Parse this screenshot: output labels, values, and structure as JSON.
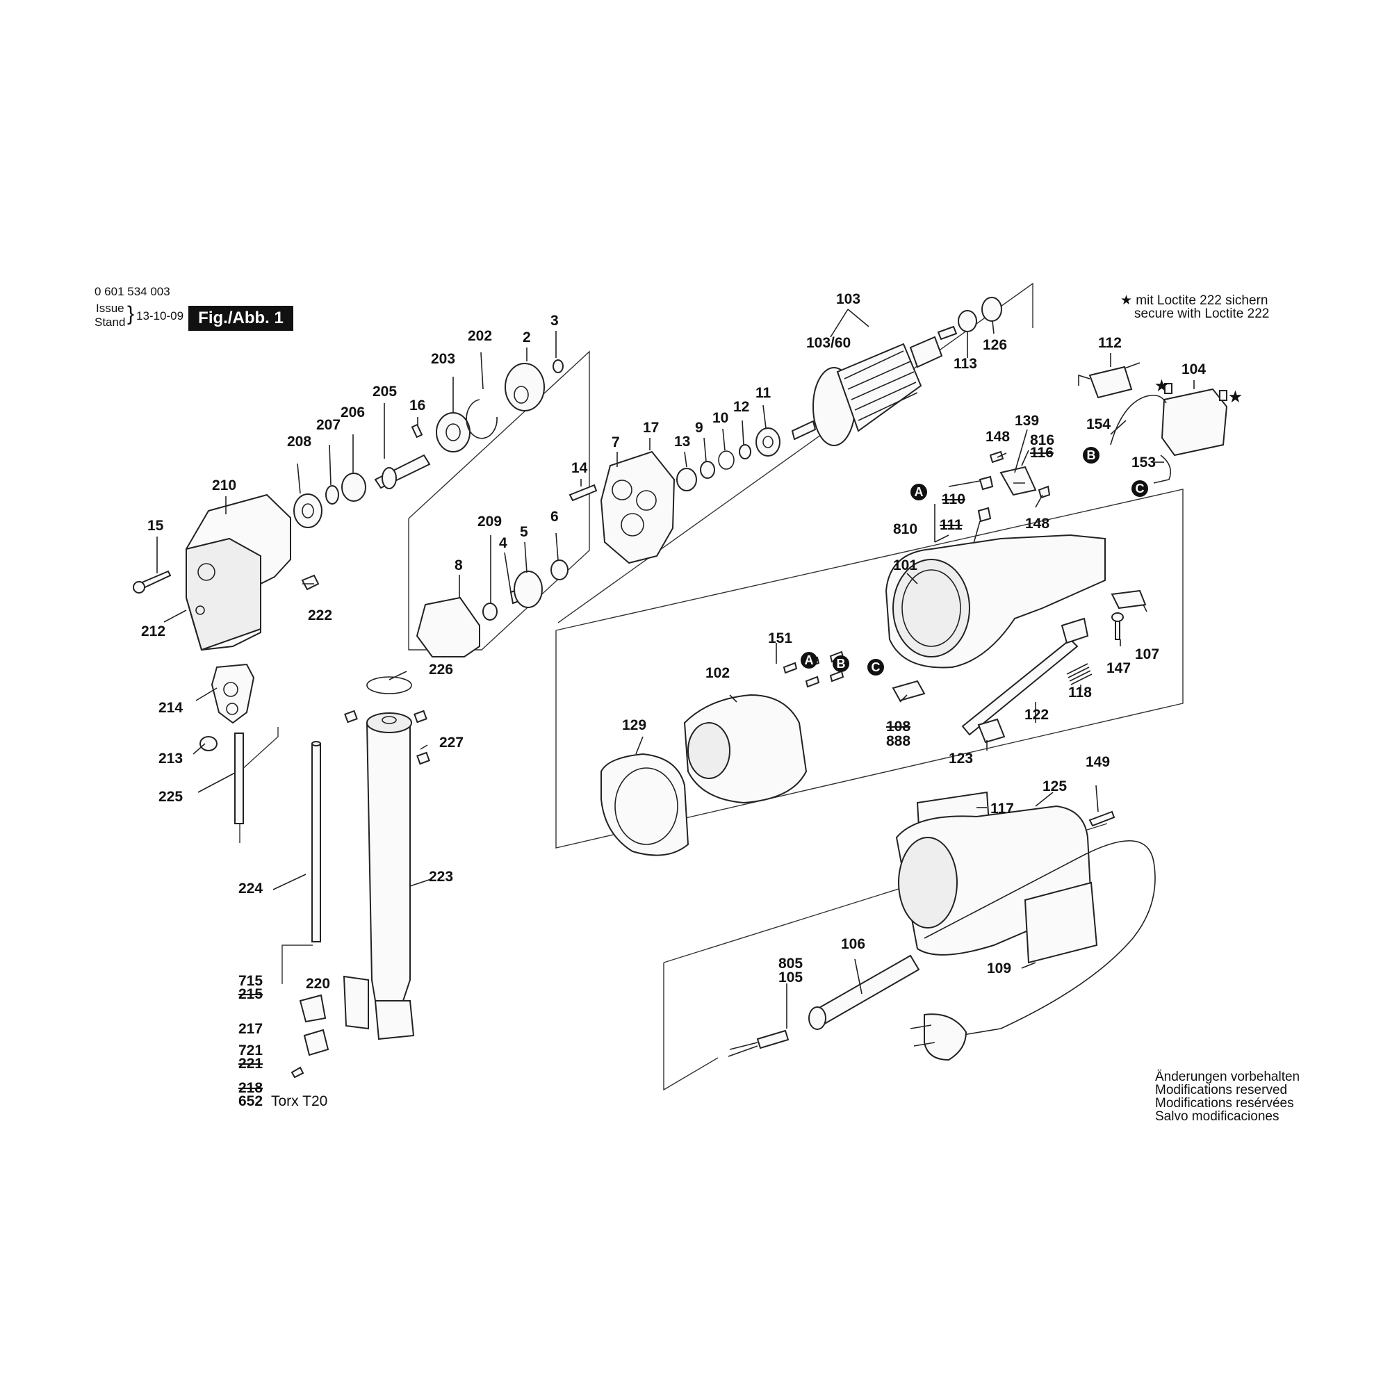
{
  "header": {
    "doc_number": "0 601 534 003",
    "issue_label": "Issue",
    "stand_label": "Stand",
    "date": "13-10-09",
    "figure_label": "Fig./Abb. 1"
  },
  "loctite_note": {
    "line1": "★ mit Loctite 222 sichern",
    "line2": "secure with Loctite 222"
  },
  "footer_note": {
    "line1": "Änderungen vorbehalten",
    "line2": "Modifications reserved",
    "line3": "Modifications resérvées",
    "line4": "Salvo modificaciones"
  },
  "torx_note": "Torx T20",
  "connectors": [
    "A",
    "B",
    "C"
  ],
  "parts": {
    "p2": "2",
    "p3": "3",
    "p4": "4",
    "p5": "5",
    "p6": "6",
    "p7": "7",
    "p8": "8",
    "p9": "9",
    "p10": "10",
    "p11": "11",
    "p12": "12",
    "p13": "13",
    "p14": "14",
    "p15": "15",
    "p16": "16",
    "p17": "17",
    "p101": "101",
    "p102": "102",
    "p103": "103",
    "p103_60": "103/60",
    "p104": "104",
    "p105": "105",
    "p106": "106",
    "p107": "107",
    "p108": "108",
    "p109": "109",
    "p110": "110",
    "p111": "111",
    "p112": "112",
    "p113": "113",
    "p116": "116",
    "p117": "117",
    "p118": "118",
    "p122": "122",
    "p123": "123",
    "p125": "125",
    "p126": "126",
    "p129": "129",
    "p139": "139",
    "p147": "147",
    "p148a": "148",
    "p148b": "148",
    "p149": "149",
    "p151": "151",
    "p153": "153",
    "p154": "154",
    "p202": "202",
    "p203": "203",
    "p205": "205",
    "p206": "206",
    "p207": "207",
    "p208": "208",
    "p209": "209",
    "p210": "210",
    "p212": "212",
    "p213": "213",
    "p214": "214",
    "p215": "215",
    "p217": "217",
    "p218": "218",
    "p220": "220",
    "p221": "221",
    "p222": "222",
    "p223": "223",
    "p224": "224",
    "p225": "225",
    "p226": "226",
    "p227": "227",
    "p652": "652",
    "p715": "715",
    "p721": "721",
    "p805": "805",
    "p810": "810",
    "p816": "816",
    "p888": "888"
  }
}
